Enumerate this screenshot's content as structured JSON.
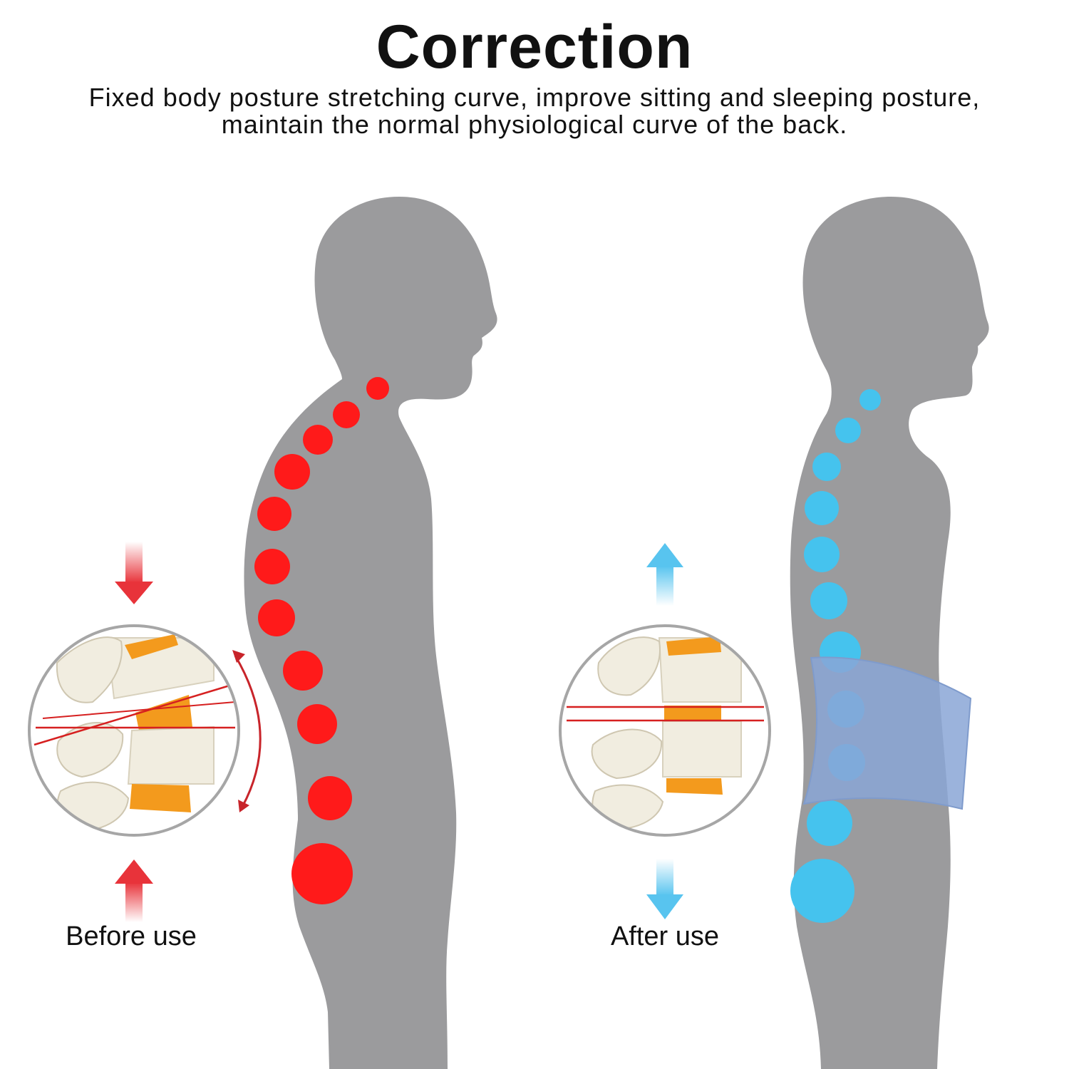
{
  "header": {
    "title": "Correction",
    "subtitle_line1": "Fixed body posture stretching curve, improve sitting and sleeping posture,",
    "subtitle_line2": "maintain the normal physiological curve of the back."
  },
  "panels": {
    "before": {
      "label": "Before use",
      "dot_color": "#ff1a1a",
      "arrow_color": "#e8333a"
    },
    "after": {
      "label": "After use",
      "dot_color": "#45c3ee",
      "arrow_color": "#58c4ef"
    }
  },
  "colors": {
    "silhouette": "#9b9b9d",
    "vertebra_bone": "#f1ede0",
    "vertebra_disc": "#f39a1d",
    "misalignment_line": "#d62020",
    "brace": "#8aa6d6"
  }
}
